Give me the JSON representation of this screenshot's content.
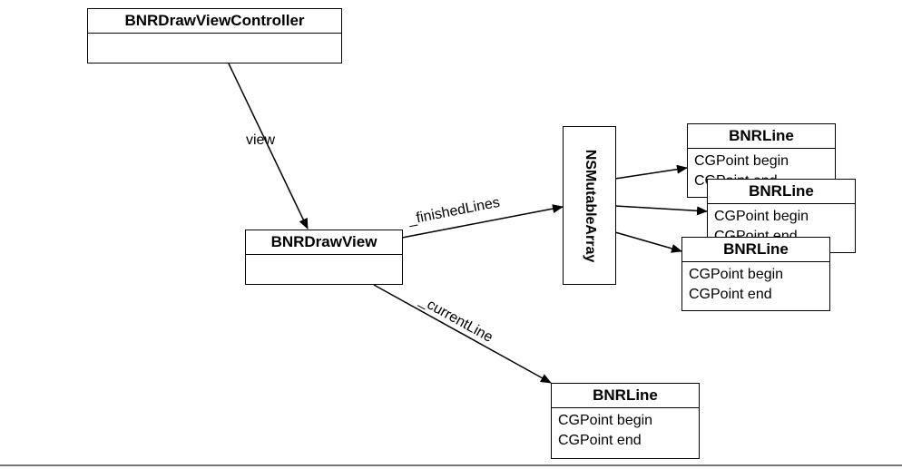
{
  "controller": {
    "title": "BNRDrawViewController"
  },
  "draw_view": {
    "title": "BNRDrawView"
  },
  "array": {
    "title": "NSMutableArray"
  },
  "edges": {
    "view": "view",
    "finished_lines": "_finishedLines",
    "current_line": "_currentLine"
  },
  "line_boxes": [
    {
      "title": "BNRLine",
      "line1": "CGPoint begin",
      "line2": "CGPoint end"
    },
    {
      "title": "BNRLine",
      "line1": "CGPoint begin",
      "line2": "CGPoint end"
    },
    {
      "title": "BNRLine",
      "line1": "CGPoint begin",
      "line2": "CGPoint end"
    },
    {
      "title": "BNRLine",
      "line1": "CGPoint begin",
      "line2": "CGPoint end"
    }
  ]
}
